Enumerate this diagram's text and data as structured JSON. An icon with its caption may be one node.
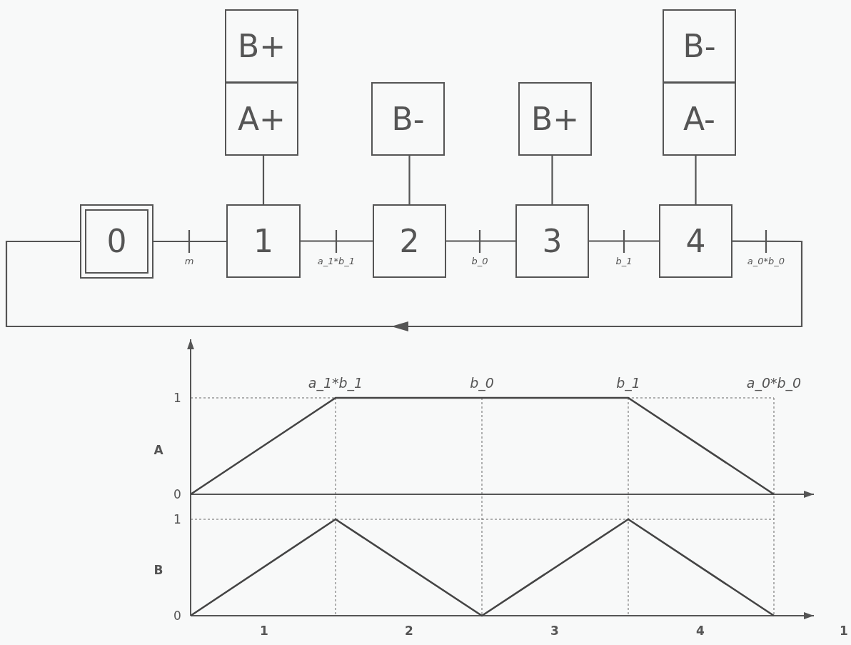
{
  "diagram": {
    "nodes": [
      {
        "text": [
          "0"
        ]
      },
      {
        "text": [
          "1"
        ]
      },
      {
        "text": [
          "2"
        ]
      },
      {
        "text": [
          "3"
        ]
      },
      {
        "text": [
          "4"
        ]
      },
      {
        "text": [
          "B+"
        ]
      },
      {
        "text": [
          "A+"
        ]
      },
      {
        "text": [
          "B-"
        ]
      },
      {
        "text": [
          "B+"
        ]
      },
      {
        "text": [
          "B-"
        ]
      },
      {
        "text": [
          "A-"
        ]
      }
    ],
    "edges": [
      {
        "from": 0,
        "to": 1,
        "arrow": "none"
      },
      {
        "from": 1,
        "to": 2,
        "arrow": "none"
      },
      {
        "from": 2,
        "to": 3,
        "arrow": "none"
      },
      {
        "from": 3,
        "to": 4,
        "arrow": "none"
      },
      {
        "from": 4,
        "to": 0,
        "arrow": "to"
      },
      {
        "from": 1,
        "to": 6,
        "arrow": "none"
      },
      {
        "from": 2,
        "to": 7,
        "arrow": "none"
      },
      {
        "from": 3,
        "to": 8,
        "arrow": "none"
      },
      {
        "from": 4,
        "to": 10,
        "arrow": "none"
      }
    ],
    "labels": [
      "m",
      "a_1*b_1",
      "b_0",
      "b_1",
      "a_0*b_0",
      "a_1*b_1",
      "b_0",
      "b_1",
      "a_0*b_0",
      "1",
      "A",
      "0",
      "1",
      "B",
      "0",
      "1",
      "2",
      "3",
      "4",
      "1"
    ]
  }
}
